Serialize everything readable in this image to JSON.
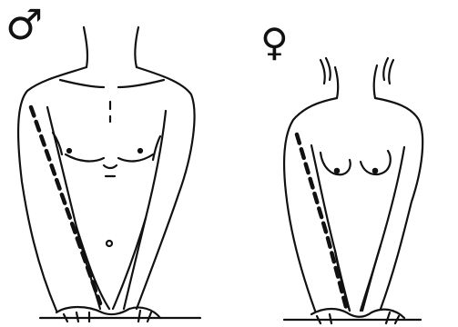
{
  "symbols": {
    "male": "♂",
    "female": "♀"
  },
  "figures": [
    {
      "sex": "male",
      "carrying_angle": "straight"
    },
    {
      "sex": "female",
      "carrying_angle": "angled"
    }
  ],
  "colors": {
    "ink": "#111111",
    "background": "#ffffff"
  }
}
